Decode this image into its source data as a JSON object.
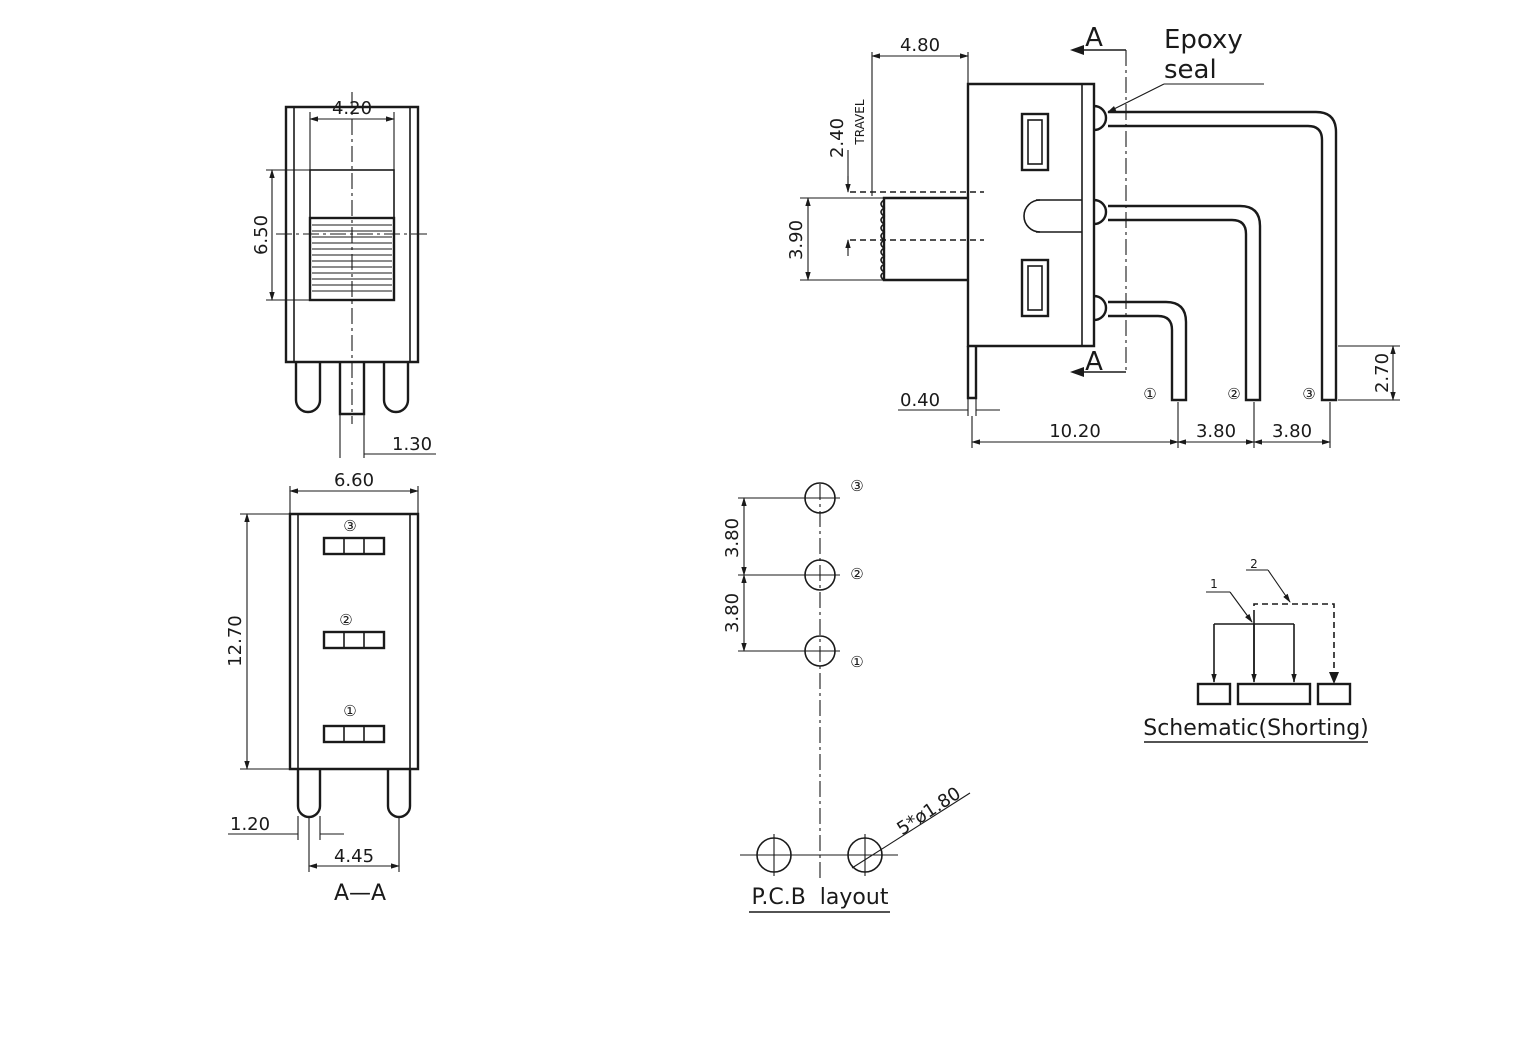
{
  "front_view": {
    "width_label": "4.20",
    "height_label": "6.50",
    "pin_width_label": "1.30"
  },
  "section_view": {
    "width_label": "6.60",
    "height_label": "12.70",
    "pin_width_label": "1.20",
    "pin_pitch_label": "4.45",
    "section_label": "A—A",
    "pins": [
      "③",
      "②",
      "①"
    ]
  },
  "side_view": {
    "actuator_length_label": "4.80",
    "travel_label": "2.40",
    "travel_caption": "TRAVEL",
    "actuator_height_label": "3.90",
    "section_mark_top": "A",
    "section_mark_bottom": "A",
    "epoxy_line1": "Epoxy",
    "epoxy_line2": "seal",
    "plate_thickness_label": "0.40",
    "pin_offset_label": "10.20",
    "pitch_label_1": "3.80",
    "pitch_label_2": "3.80",
    "pin_height_label": "2.70",
    "pins": [
      "①",
      "②",
      "③"
    ]
  },
  "pcb_layout": {
    "pitch_label_1": "3.80",
    "pitch_label_2": "3.80",
    "hole_label": "5*ø1.80",
    "title": "P.C.B  layout",
    "pins": [
      "③",
      "②",
      "①"
    ]
  },
  "schematic": {
    "title": "Schematic(Shorting)",
    "position_1": "1",
    "position_2": "2"
  }
}
